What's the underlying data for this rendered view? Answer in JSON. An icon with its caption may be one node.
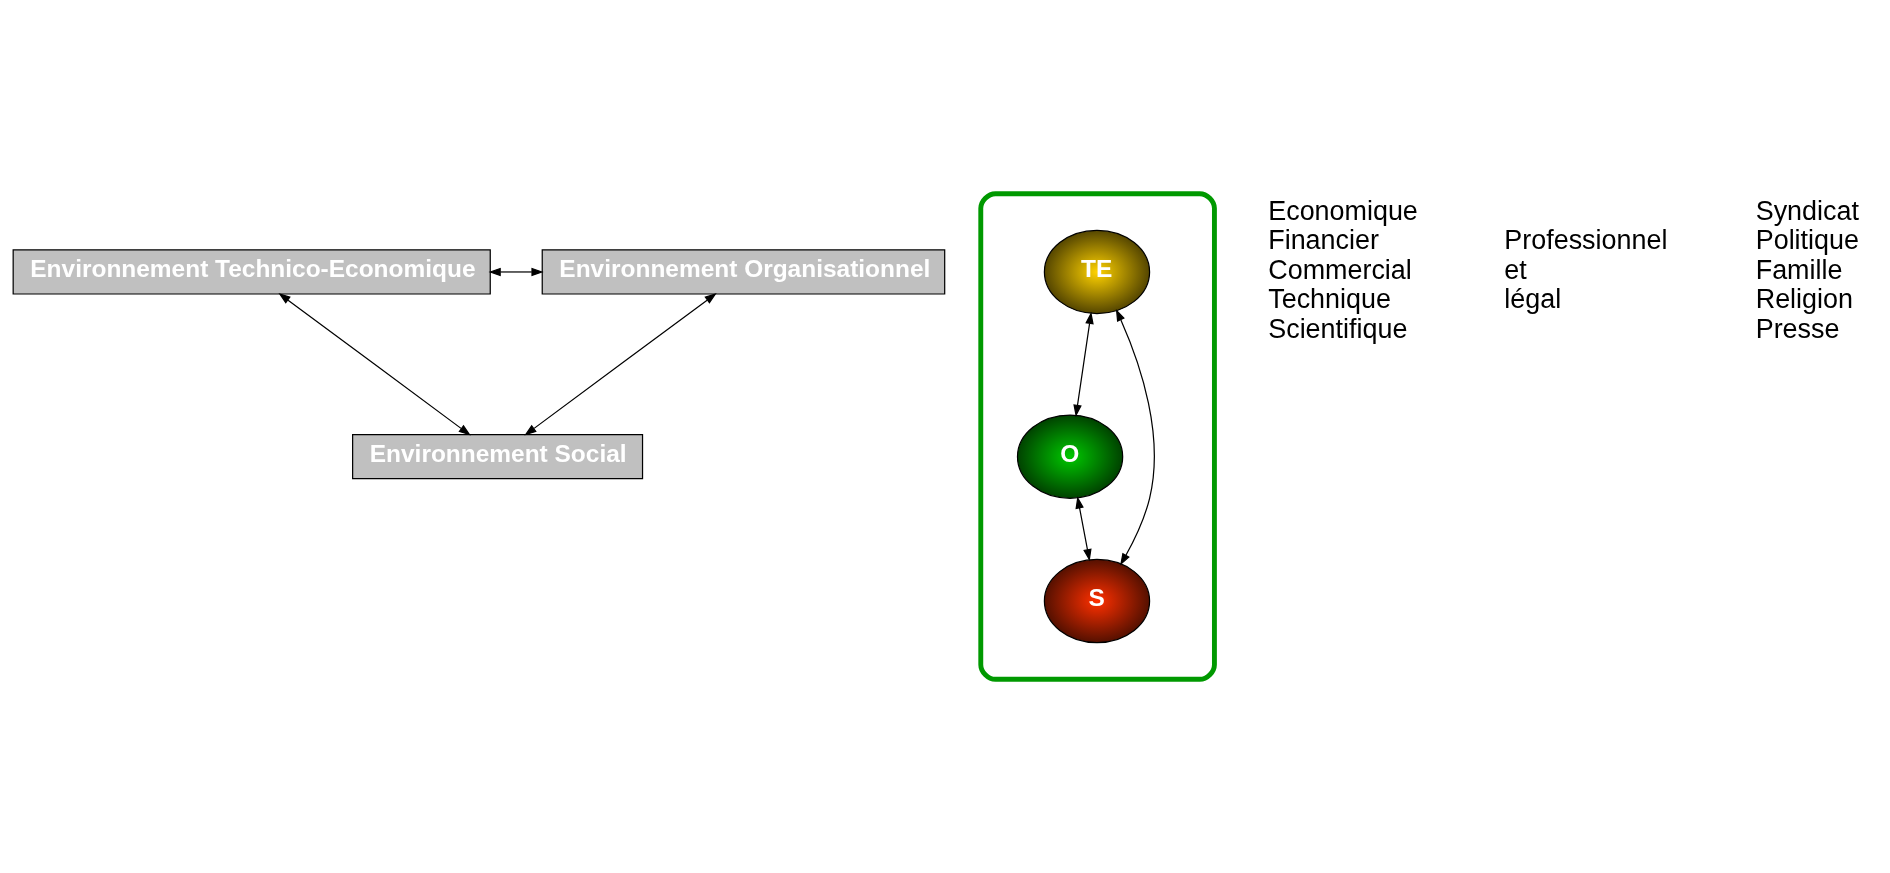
{
  "diagram": {
    "nodes": [
      {
        "text": [
          "Environnement Technico-Economique"
        ]
      },
      {
        "text": [
          "Environnement Organisationnel"
        ]
      },
      {
        "text": [],
        "shape": "ellipse"
      },
      {
        "text": [
          "TE"
        ],
        "in": 2
      },
      {
        "text": [
          "O"
        ],
        "in": 2
      },
      {
        "text": [
          "S"
        ],
        "in": 2
      },
      {
        "text": [
          "Environnement Social"
        ]
      }
    ],
    "edges": [
      {
        "from": 0,
        "to": 1,
        "arrow": "both"
      },
      {
        "from": 0,
        "to": 6,
        "arrow": "both"
      },
      {
        "from": 1,
        "to": 6,
        "arrow": "both"
      },
      {
        "from": 3,
        "to": 4,
        "arrow": "both"
      },
      {
        "from": 3,
        "to": 5,
        "arrow": "both"
      },
      {
        "from": 4,
        "to": 5,
        "arrow": "both"
      }
    ],
    "labels": [
      "Economique Financier Commercial Technique Scientifique",
      "Professionnel et légal",
      "Syndicat Politique Famille Religion Presse"
    ]
  }
}
